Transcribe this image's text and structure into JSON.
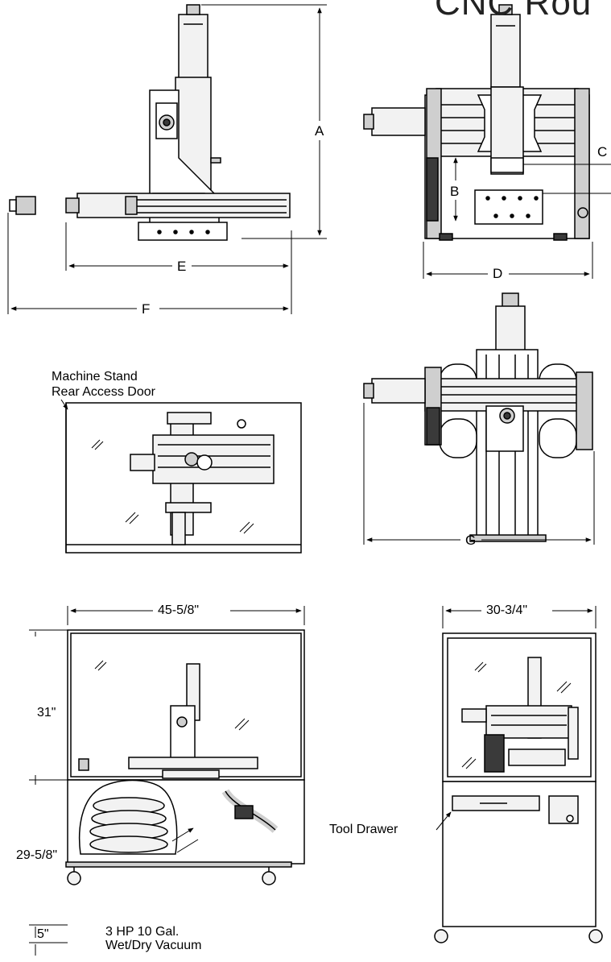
{
  "header_text": "CNC Rou",
  "dimension_labels": [
    "A",
    "B",
    "C",
    "D",
    "E",
    "F",
    "G"
  ],
  "stand": {
    "callout_door": [
      "Machine Stand",
      "Rear Access Door"
    ],
    "front_width": "45-5/8\"",
    "side_width": "30-3/4\"",
    "enclosure_height": "31\"",
    "stand_height": "29-5/8\"",
    "caster_height": "5\"",
    "vacuum_label": [
      "3 HP 10 Gal.",
      "Wet/Dry Vacuum"
    ],
    "tool_drawer_label": "Tool Drawer"
  },
  "colors": {
    "line": "#000000",
    "background": "#ffffff",
    "fill_light": "#f2f2f2",
    "fill_mid": "#cfcfcf",
    "fill_dark": "#3a3a3a"
  }
}
